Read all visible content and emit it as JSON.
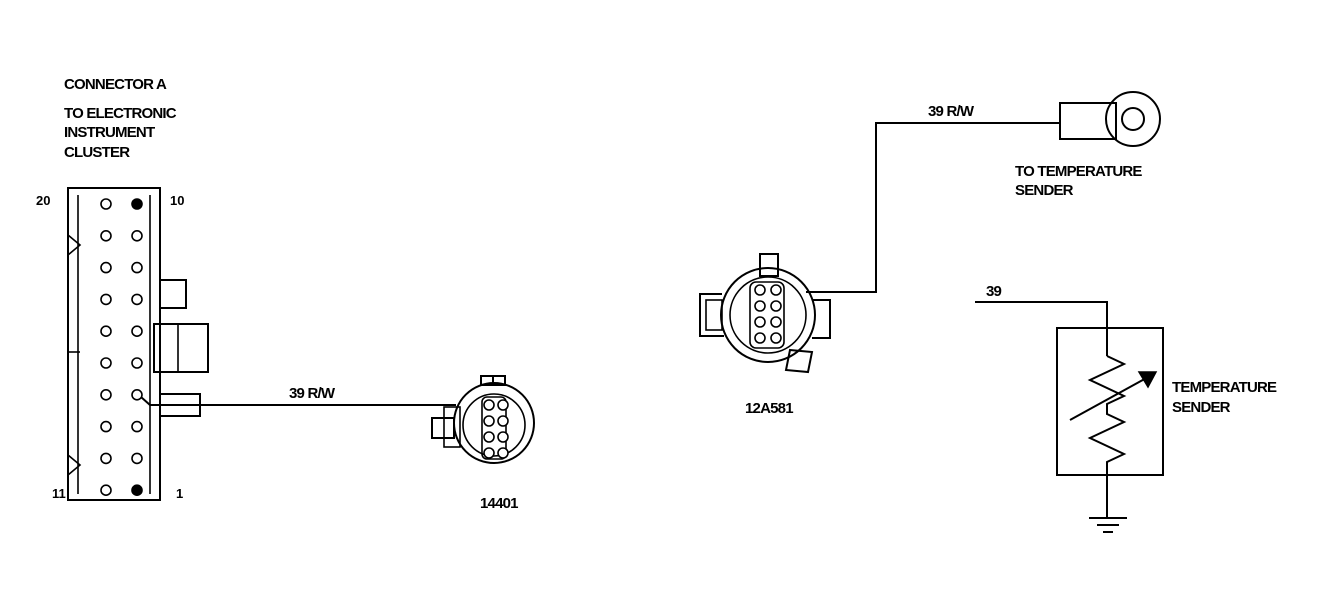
{
  "connector_a": {
    "title": "CONNECTOR A",
    "subtitle_lines": [
      "TO ELECTRONIC",
      "INSTRUMENT",
      "CLUSTER"
    ],
    "pin_labels": {
      "top_left": "20",
      "top_right": "10",
      "bottom_left": "11",
      "bottom_right": "1"
    }
  },
  "wire_a": {
    "label": "39 R/W"
  },
  "connector_14401": {
    "label": "14401"
  },
  "connector_12a581": {
    "label": "12A581"
  },
  "wire_b": {
    "label": "39 R/W"
  },
  "sender_terminal": {
    "label_lines": [
      "TO TEMPERATURE",
      "SENDER"
    ]
  },
  "schematic": {
    "wire_label": "39",
    "component_label_lines": [
      "TEMPERATURE",
      "SENDER"
    ]
  }
}
